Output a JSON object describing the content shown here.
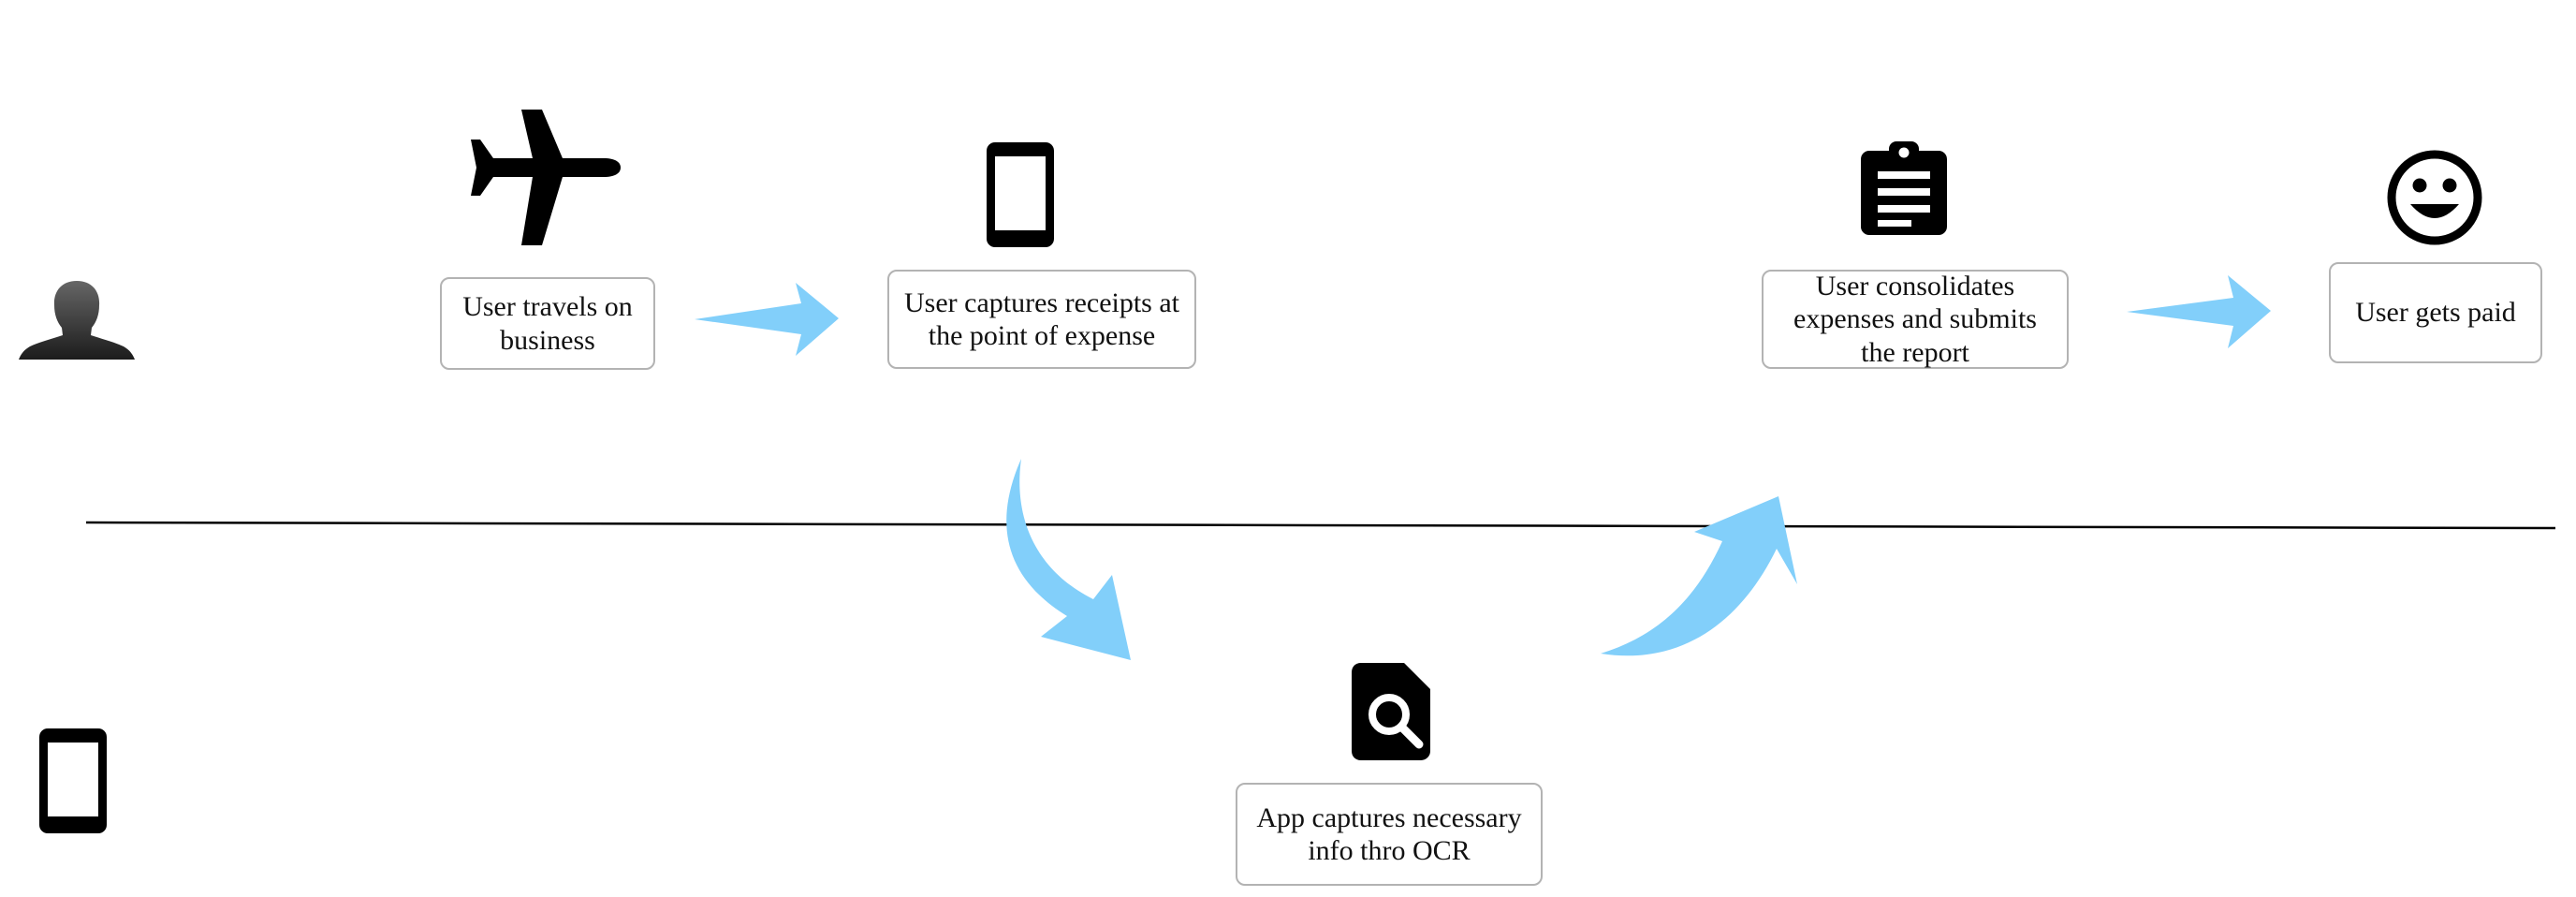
{
  "lanes": {
    "top_actor_icon": "user-silhouette-icon",
    "bottom_actor_icon": "mobile-phone-icon"
  },
  "steps": [
    {
      "id": "travel",
      "icon": "airplane-icon",
      "label": "User travels on business"
    },
    {
      "id": "capture",
      "icon": "mobile-phone-icon",
      "label": "User captures receipts at the point of expense"
    },
    {
      "id": "ocr",
      "icon": "document-search-icon",
      "label": "App captures necessary info thro OCR"
    },
    {
      "id": "submit",
      "icon": "clipboard-list-icon",
      "label": "User consolidates expenses and submits the report"
    },
    {
      "id": "paid",
      "icon": "smiley-face-icon",
      "label": "User gets paid"
    }
  ],
  "colors": {
    "arrow": "#82cffa",
    "icon": "#000000",
    "box_border": "#b3b3b3",
    "divider": "#000000"
  }
}
